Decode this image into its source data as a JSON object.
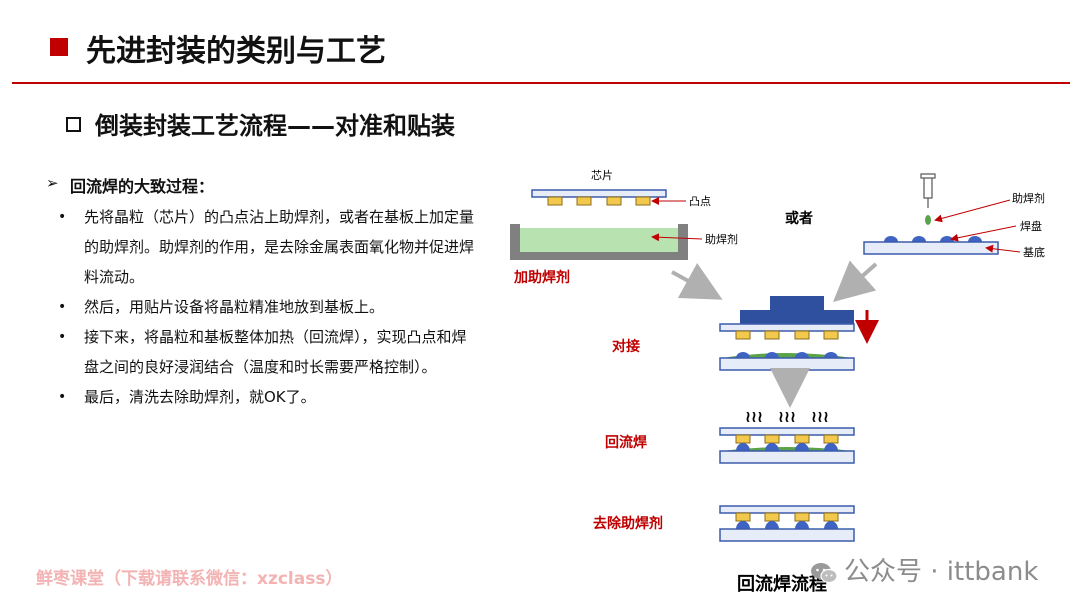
{
  "header": {
    "title": "先进封装的类别与工艺",
    "subtitle": "倒装封装工艺流程——对准和贴装"
  },
  "section": {
    "heading": "回流焊的大致过程：",
    "items": [
      "先将晶粒（芯片）的凸点沾上助焊剂，或者在基板上加定量的助焊剂。助焊剂的作用，是去除金属表面氧化物并促进焊料流动。",
      "然后，用贴片设备将晶粒精准地放到基板上。",
      "接下来，将晶粒和基板整体加热（回流焊），实现凸点和焊盘之间的良好浸润结合（温度和时长需要严格控制）。",
      "最后，清洗去除助焊剂，就OK了。"
    ]
  },
  "diagram": {
    "chip_label": "芯片",
    "bump_label": "凸点",
    "flux_label_left": "助焊剂",
    "add_flux_label": "加助焊剂",
    "or_label": "或者",
    "flux_label_right": "助焊剂",
    "pad_label": "焊盘",
    "substrate_label": "基底",
    "align_label": "对接",
    "reflow_label": "回流焊",
    "remove_flux_label": "去除助焊剂",
    "caption": "回流焊流程",
    "heat_glyphs": [
      "≀≀≀",
      "≀≀≀",
      "≀≀≀"
    ]
  },
  "footer": {
    "left_text": "鲜枣课堂（下载请联系微信：xzclass）",
    "right_text": "公众号 · ittbank"
  },
  "colors": {
    "accent_red": "#c00000",
    "chip_blue": "#2f4f9f",
    "bump_gold": "#f2c94c",
    "flux_green": "#8fd19e",
    "substrate_fill": "#e6ecf8"
  }
}
